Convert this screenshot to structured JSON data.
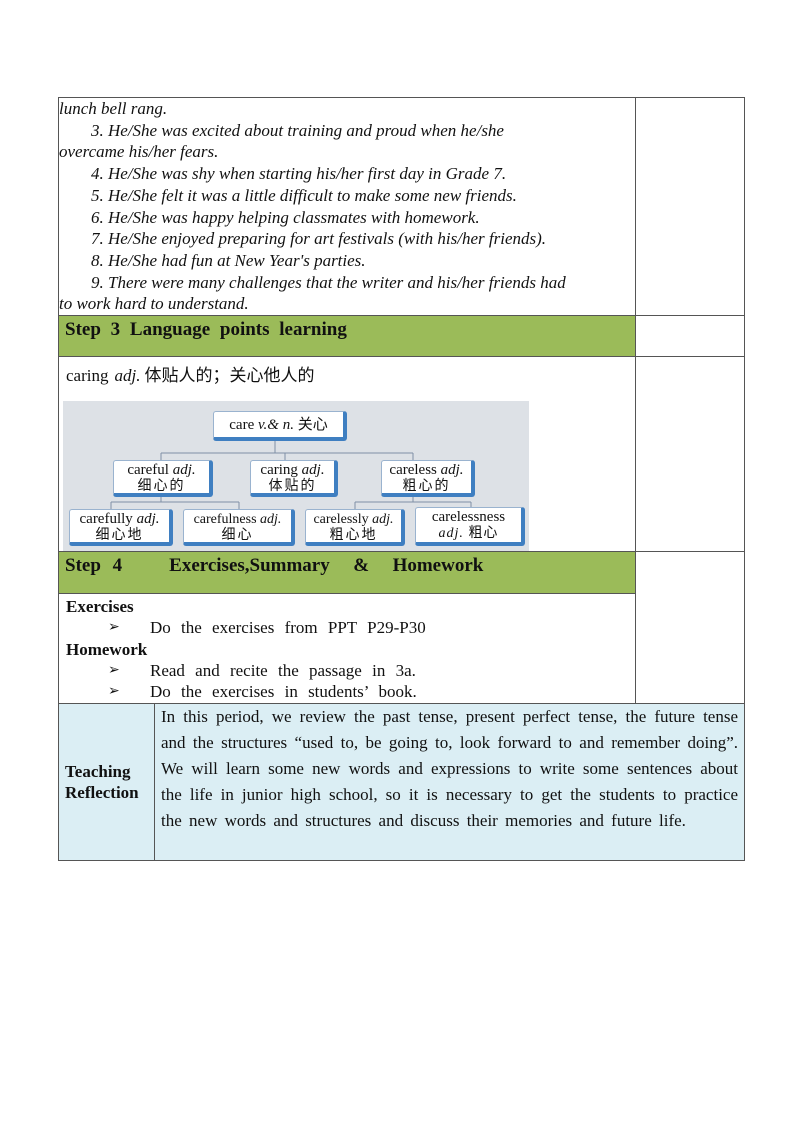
{
  "continued_lines": [
    {
      "text": "lunch bell rang.",
      "indent": false
    },
    {
      "text": "3.  He/She was excited about training and proud when he/she",
      "indent": true
    },
    {
      "text": "overcame his/her fears.",
      "indent": false
    },
    {
      "text": "4.  He/She was shy when starting his/her first day in Grade 7.",
      "indent": true
    },
    {
      "text": "5.  He/She felt it was a little difficult to make some new friends.",
      "indent": true
    },
    {
      "text": "6.  He/She was happy helping classmates with homework.",
      "indent": true
    },
    {
      "text": "7.  He/She enjoyed preparing for art festivals (with his/her friends).",
      "indent": true
    },
    {
      "text": "8.  He/She had fun at New Year's parties.",
      "indent": true
    },
    {
      "text": "9.  There were many challenges that the writer and his/her friends had",
      "indent": true
    },
    {
      "text": "to work hard to understand.",
      "indent": false
    }
  ],
  "step3": {
    "title": "Step 3  Language  points  learning",
    "caring_word": "caring",
    "caring_pos": "adj.",
    "caring_meaning": "体贴人的；关心他人的",
    "diagram": {
      "root": {
        "en": "care",
        "pos": "v.& n.",
        "zh": "关心"
      },
      "level1": [
        {
          "en": "careful",
          "pos": "adj.",
          "zh": "细心的"
        },
        {
          "en": "caring",
          "pos": "adj.",
          "zh": "体贴的"
        },
        {
          "en": "careless",
          "pos": "adj.",
          "zh": "粗心的"
        }
      ],
      "level2": [
        {
          "en": "carefully",
          "pos": "adj.",
          "zh": "细心地"
        },
        {
          "en": "carefulness",
          "pos": "adj.",
          "zh": "细心"
        },
        {
          "en": "carelessly",
          "pos": "adj.",
          "zh": "粗心地"
        },
        {
          "en": "carelessness",
          "pos": "adj.",
          "zh": "粗心"
        }
      ]
    }
  },
  "step4": {
    "title": "Step 4    Exercises,Summary  &  Homework",
    "exercises_label": "Exercises",
    "exercises_items": [
      "Do  the  exercises  from  PPT  P29-P30"
    ],
    "homework_label": "Homework",
    "homework_items": [
      "Read and recite the passage in 3a.",
      "Do the exercises in students’ book."
    ]
  },
  "reflection": {
    "label_line1": "Teaching",
    "label_line2": "Reflection",
    "text": "In this period, we review the past tense, present perfect tense, the future tense and the structures “used to, be going to, look forward to and remember doing”. We will learn some new words and expressions to write some sentences about the life in junior high school, so it is necessary to get the students to practice the new words and structures and discuss their memories and future life."
  },
  "colors": {
    "step_header": "#9bbb59",
    "reflection_bg": "#dbeef4",
    "diagram_bg": "#dde1e6",
    "node_border": "#3f7fc1"
  }
}
